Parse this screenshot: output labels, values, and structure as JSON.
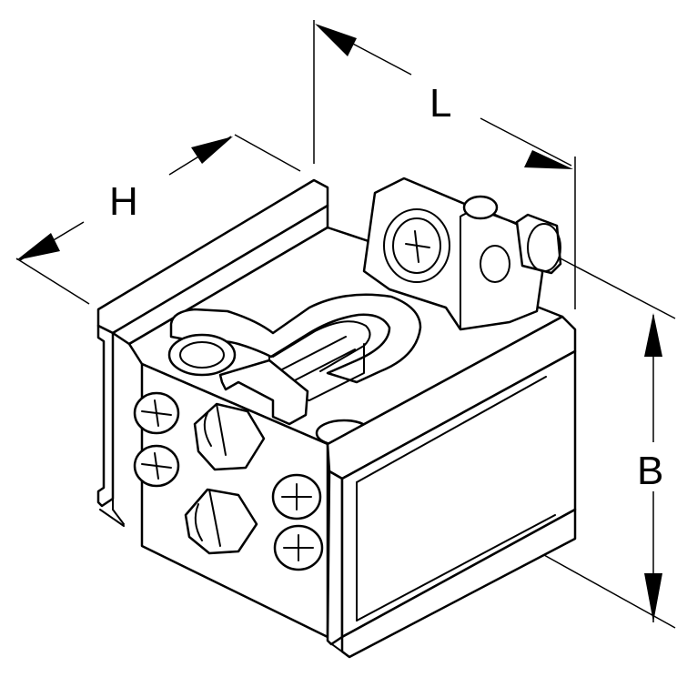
{
  "dimensions": {
    "length_label": "L",
    "height_label": "H",
    "width_label": "B"
  },
  "colors": {
    "line": "#000000",
    "background": "#ffffff"
  }
}
